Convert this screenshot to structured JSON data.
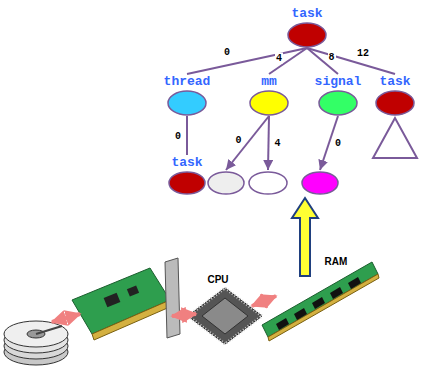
{
  "diagram": {
    "nodes": [
      {
        "text": [
          "task"
        ]
      },
      {
        "text": [
          "thread"
        ]
      },
      {
        "text": [
          "mm"
        ]
      },
      {
        "text": [
          "signal"
        ]
      },
      {
        "text": [
          "task"
        ]
      },
      {
        "text": [
          "task"
        ]
      },
      {
        "text": []
      },
      {
        "text": []
      },
      {
        "text": []
      }
    ],
    "edges": [
      {
        "from": 0,
        "to": 1,
        "arrow": "none",
        "label": "0"
      },
      {
        "from": 0,
        "to": 2,
        "arrow": "none",
        "label": "4"
      },
      {
        "from": 0,
        "to": 3,
        "arrow": "none",
        "label": "8"
      },
      {
        "from": 0,
        "to": 4,
        "arrow": "none",
        "label": "12"
      },
      {
        "from": 1,
        "to": 5,
        "arrow": "none",
        "label": "0"
      },
      {
        "from": 2,
        "to": 6,
        "arrow": "to",
        "label": "0"
      },
      {
        "from": 2,
        "to": 7,
        "arrow": "to",
        "label": "4"
      },
      {
        "from": 3,
        "to": 8,
        "arrow": "to",
        "label": "0"
      }
    ],
    "labels": [
      "CPU",
      "RAM"
    ]
  }
}
